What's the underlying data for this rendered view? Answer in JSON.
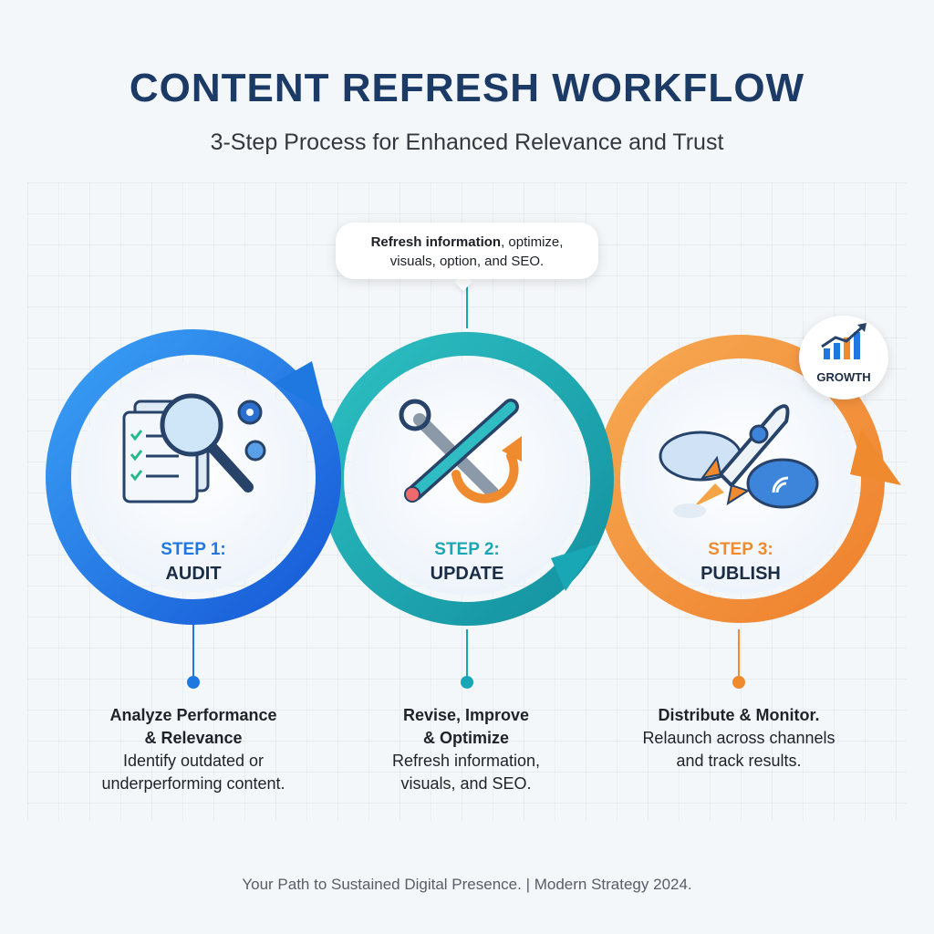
{
  "header": {
    "title": "CONTENT REFRESH WORKFLOW",
    "subtitle": "3-Step Process for Enhanced Relevance and Trust"
  },
  "callout": {
    "bold": "Refresh information",
    "rest_line1": ", optimize,",
    "line2": "visuals, option, and SEO."
  },
  "steps": [
    {
      "number": "STEP 1:",
      "name": "AUDIT",
      "color": "#1f78e0",
      "heading_line1": "Analyze Performance",
      "heading_line2": "& Relevance",
      "body_line1": "Identify outdated or",
      "body_line2": "underperforming content.",
      "icon": "audit-magnifier-checklist-icon"
    },
    {
      "number": "STEP 2:",
      "name": "UPDATE",
      "color": "#1aa7b5",
      "heading_line1": "Revise, Improve",
      "heading_line2": "& Optimize",
      "body_line1": "Refresh information,",
      "body_line2": "visuals, and SEO.",
      "icon": "wrench-pencil-refresh-icon"
    },
    {
      "number": "STEP 3:",
      "name": "PUBLISH",
      "color": "#f08a2e",
      "heading_line1": "Distribute & Monitor.",
      "heading_line2": "",
      "body_line1": "Relaunch across channels",
      "body_line2": "and track results.",
      "icon": "rocket-cloud-icon"
    }
  ],
  "badge": {
    "label": "GROWTH",
    "icon": "growth-chart-icon"
  },
  "footer": {
    "text": "Your Path to Sustained Digital Presence. | Modern Strategy 2024."
  },
  "colors": {
    "title": "#1b3a66",
    "blue": "#1f78e0",
    "teal": "#1aa7b5",
    "orange": "#f08a2e"
  }
}
